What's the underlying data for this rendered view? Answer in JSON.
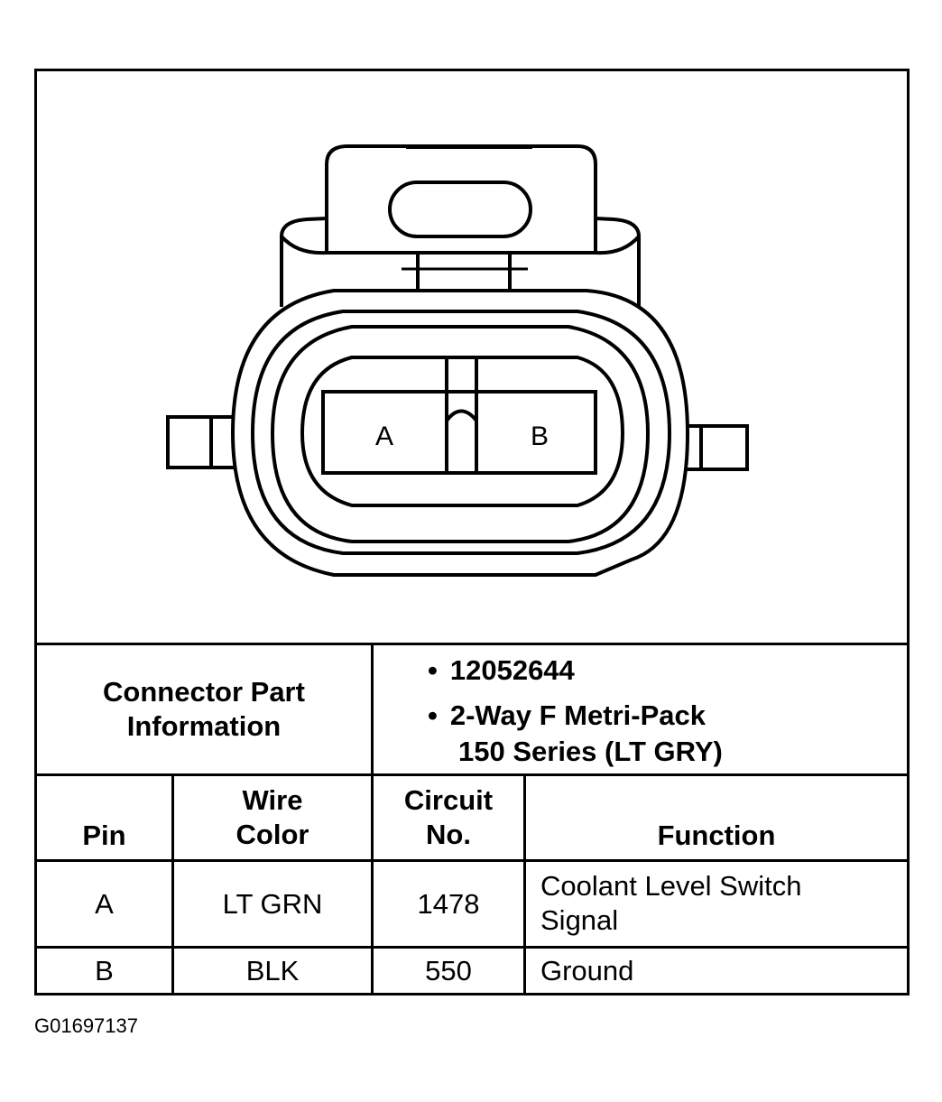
{
  "diagram": {
    "pin_labels": [
      "A",
      "B"
    ]
  },
  "connector_info": {
    "label": "Connector Part Information",
    "part_number": "12052644",
    "description_line1": "2-Way F Metri-Pack",
    "description_line2": "150 Series (LT GRY)",
    "bullet": "•"
  },
  "table": {
    "headers": {
      "pin": "Pin",
      "wire_color": "Wire Color",
      "circuit": "Circuit No.",
      "function": "Function"
    },
    "rows": [
      {
        "pin": "A",
        "wire_color": "LT GRN",
        "circuit": "1478",
        "function": "Coolant Level Switch Signal"
      },
      {
        "pin": "B",
        "wire_color": "BLK",
        "circuit": "550",
        "function": "Ground"
      }
    ]
  },
  "caption": "G01697137"
}
